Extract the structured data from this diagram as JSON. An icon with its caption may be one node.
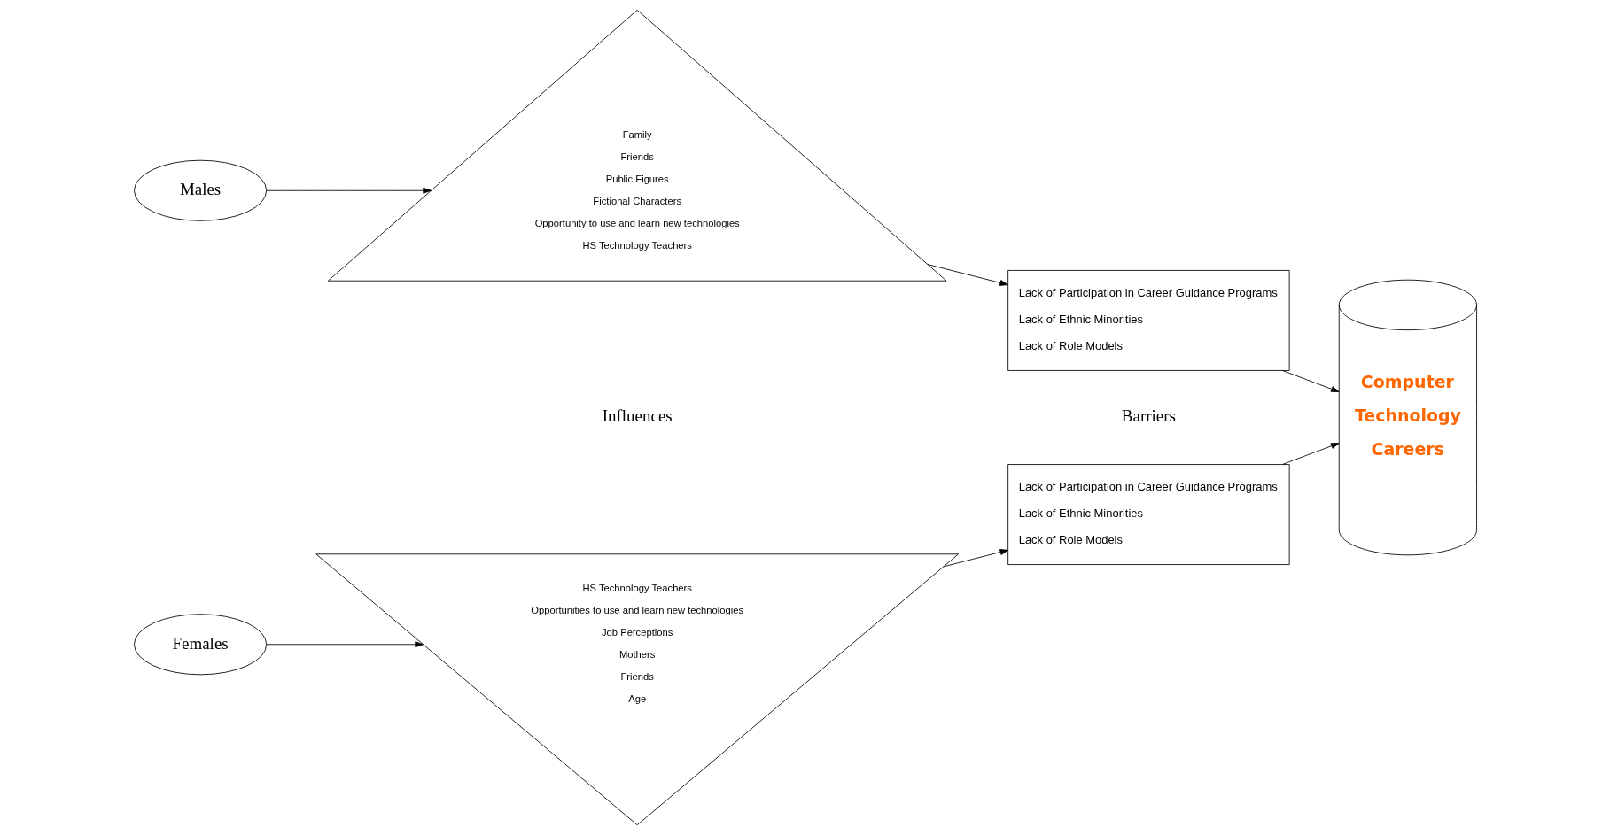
{
  "diagram": {
    "nodes": [
      {
        "text": [
          "Males"
        ]
      },
      {
        "text": [
          "Family",
          "Friends",
          "Public Figures",
          "Fictional Characters",
          "Opportunity to use and learn new technologies",
          "HS Technology Teachers"
        ]
      },
      {
        "text": [
          "Lack of Participation in Career Guidance Programs",
          "Lack of Ethnic Minorities",
          "Lack of Role Models"
        ]
      },
      {
        "text": [
          "Computer",
          "Technology",
          "Careers"
        ]
      },
      {
        "text": [
          "Females"
        ]
      },
      {
        "text": [
          "HS Technology Teachers",
          "Opportunities to use and learn new technologies",
          "Job Perceptions",
          "Mothers",
          "Friends",
          "Age"
        ]
      },
      {
        "text": [
          "Lack of Participation in Career Guidance Programs",
          "Lack of Ethnic Minorities",
          "Lack of Role Models"
        ]
      }
    ],
    "edges": [
      {
        "from": 0,
        "to": 1,
        "arrow": "to"
      },
      {
        "from": 1,
        "to": 2,
        "arrow": "to"
      },
      {
        "from": 2,
        "to": 3,
        "arrow": "to"
      },
      {
        "from": 4,
        "to": 5,
        "arrow": "to"
      },
      {
        "from": 5,
        "to": 6,
        "arrow": "to"
      },
      {
        "from": 6,
        "to": 3,
        "arrow": "to"
      }
    ],
    "labels": [
      "Influences",
      "Barriers"
    ]
  }
}
